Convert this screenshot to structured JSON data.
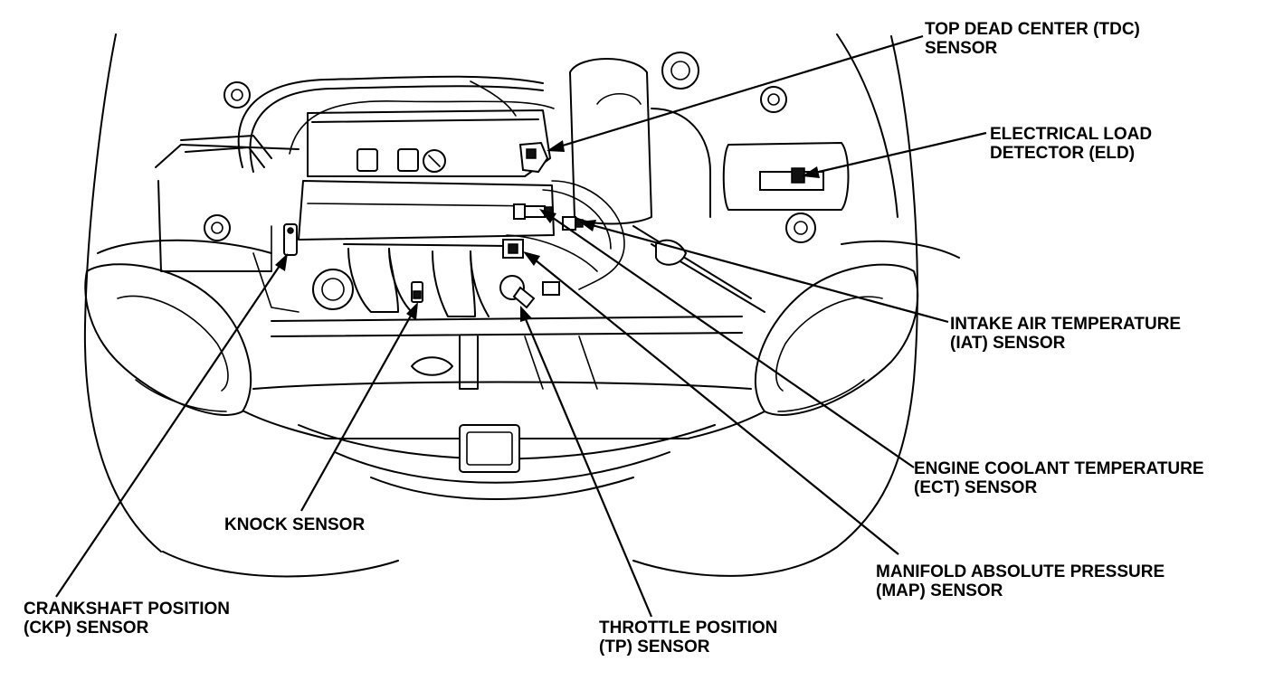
{
  "labels": {
    "tdc": {
      "line1": "TOP DEAD CENTER (TDC)",
      "line2": "SENSOR"
    },
    "eld": {
      "line1": "ELECTRICAL LOAD",
      "line2": "DETECTOR (ELD)"
    },
    "iat": {
      "line1": "INTAKE AIR TEMPERATURE",
      "line2": "(IAT) SENSOR"
    },
    "ect": {
      "line1": "ENGINE COOLANT TEMPERATURE",
      "line2": "(ECT) SENSOR"
    },
    "map": {
      "line1": "MANIFOLD ABSOLUTE PRESSURE",
      "line2": "(MAP) SENSOR"
    },
    "tp": {
      "line1": "THROTTLE POSITION",
      "line2": "(TP) SENSOR"
    },
    "knock": {
      "line1": "KNOCK SENSOR"
    },
    "ckp": {
      "line1": "CRANKSHAFT POSITION",
      "line2": "(CKP) SENSOR"
    }
  }
}
